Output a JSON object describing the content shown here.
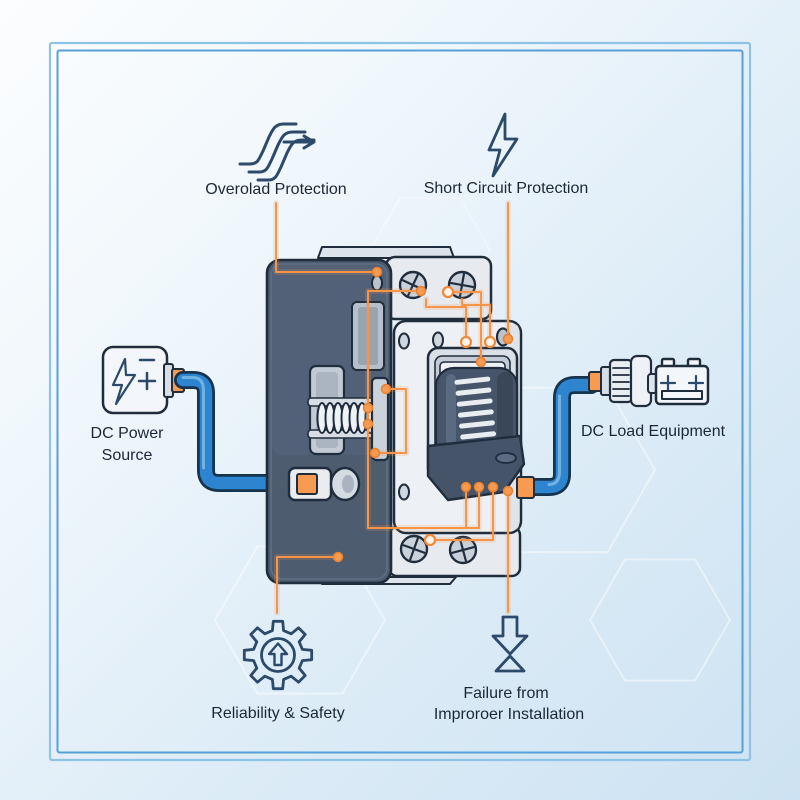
{
  "labels": {
    "overload": "Overolad Protection",
    "short_circuit": "Short Circuit Protection",
    "power_line1": "DC Power",
    "power_line2": "Source",
    "load": "DC Load Equipment",
    "reliability": "Reliability & Safety",
    "failure_line1": "Failure from",
    "failure_line2": "Improroer Installation"
  },
  "icons": {
    "overload": "surge-waves-with-arrow",
    "short_circuit": "lightning-bolt-outline",
    "power_source": "box-with-lightning-plus-minus",
    "load": "cable-plug-and-battery",
    "reliability": "gear-with-up-arrow",
    "failure": "block-down-arrow-over-triangle"
  },
  "colors": {
    "background_top_left": "#FCFDFE",
    "background_bottom_right": "#CDE2F2",
    "frame_outer": "#8FC3E6",
    "frame_inner": "#57A0D6",
    "callout_orange": "#F6954A",
    "connector_orange": "#F79B52",
    "cable_blue": "#2E85CF",
    "outline_navy": "#1F2D3D",
    "body_slate": "#4E5D70",
    "panel_white": "#EEF2F6",
    "label_text": "#1C2836"
  }
}
